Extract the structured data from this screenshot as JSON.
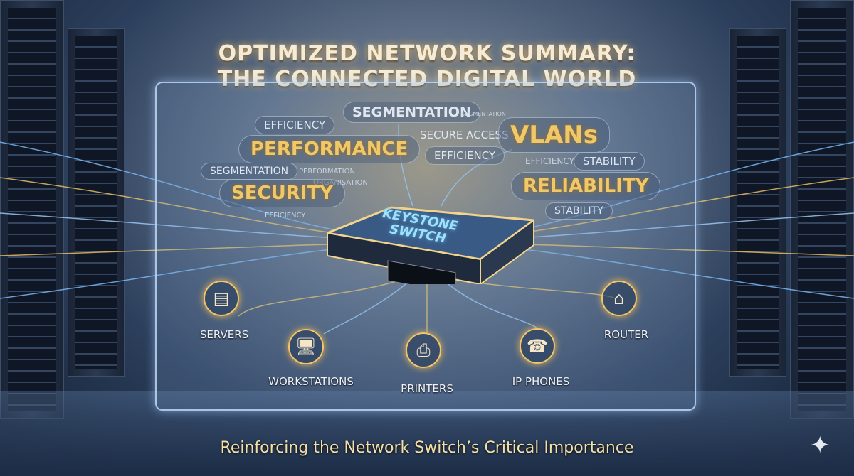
{
  "title": {
    "line1": "OPTIMIZED NETWORK SUMMARY:",
    "line2": "THE CONNECTED DIGITAL WORLD"
  },
  "keywords": {
    "efficiency_1": "EFFICIENCY",
    "performance": "PERFORMANCE",
    "segmentation_1": "SEGMENTATION",
    "performation": "PERFORMATION",
    "organisation": "ORGANISATION",
    "security": "SECURITY",
    "efficiency_2": "EFFICIENCY",
    "segmentation_2": "SEGMENTATION",
    "segmentation_tiny": "SEGMENTATION",
    "secure_access": "SECURE ACCESS",
    "efficiency_3": "EFFICIENCY",
    "vlans": "VLANs",
    "efficiency_4": "EFFICIENCY",
    "stability_1": "STABILITY",
    "reliability": "RELIABILITY",
    "stability_2": "STABILITY"
  },
  "switch": {
    "label_line1": "KEYSTONE",
    "label_line2": "SWITCH"
  },
  "devices": [
    {
      "label": "SERVERS",
      "icon": "server-icon"
    },
    {
      "label": "WORKSTATIONS",
      "icon": "computer-icon"
    },
    {
      "label": "PRINTERS",
      "icon": "printer-icon"
    },
    {
      "label": "IP PHONES",
      "icon": "phone-icon"
    },
    {
      "label": "ROUTER",
      "icon": "router-icon"
    }
  ],
  "footer": "Reinforcing the Network Switch’s Critical Importance",
  "colors": {
    "gold": "#f0c868",
    "panel_border": "#c8e1ff",
    "background": "#2c3f5c"
  }
}
